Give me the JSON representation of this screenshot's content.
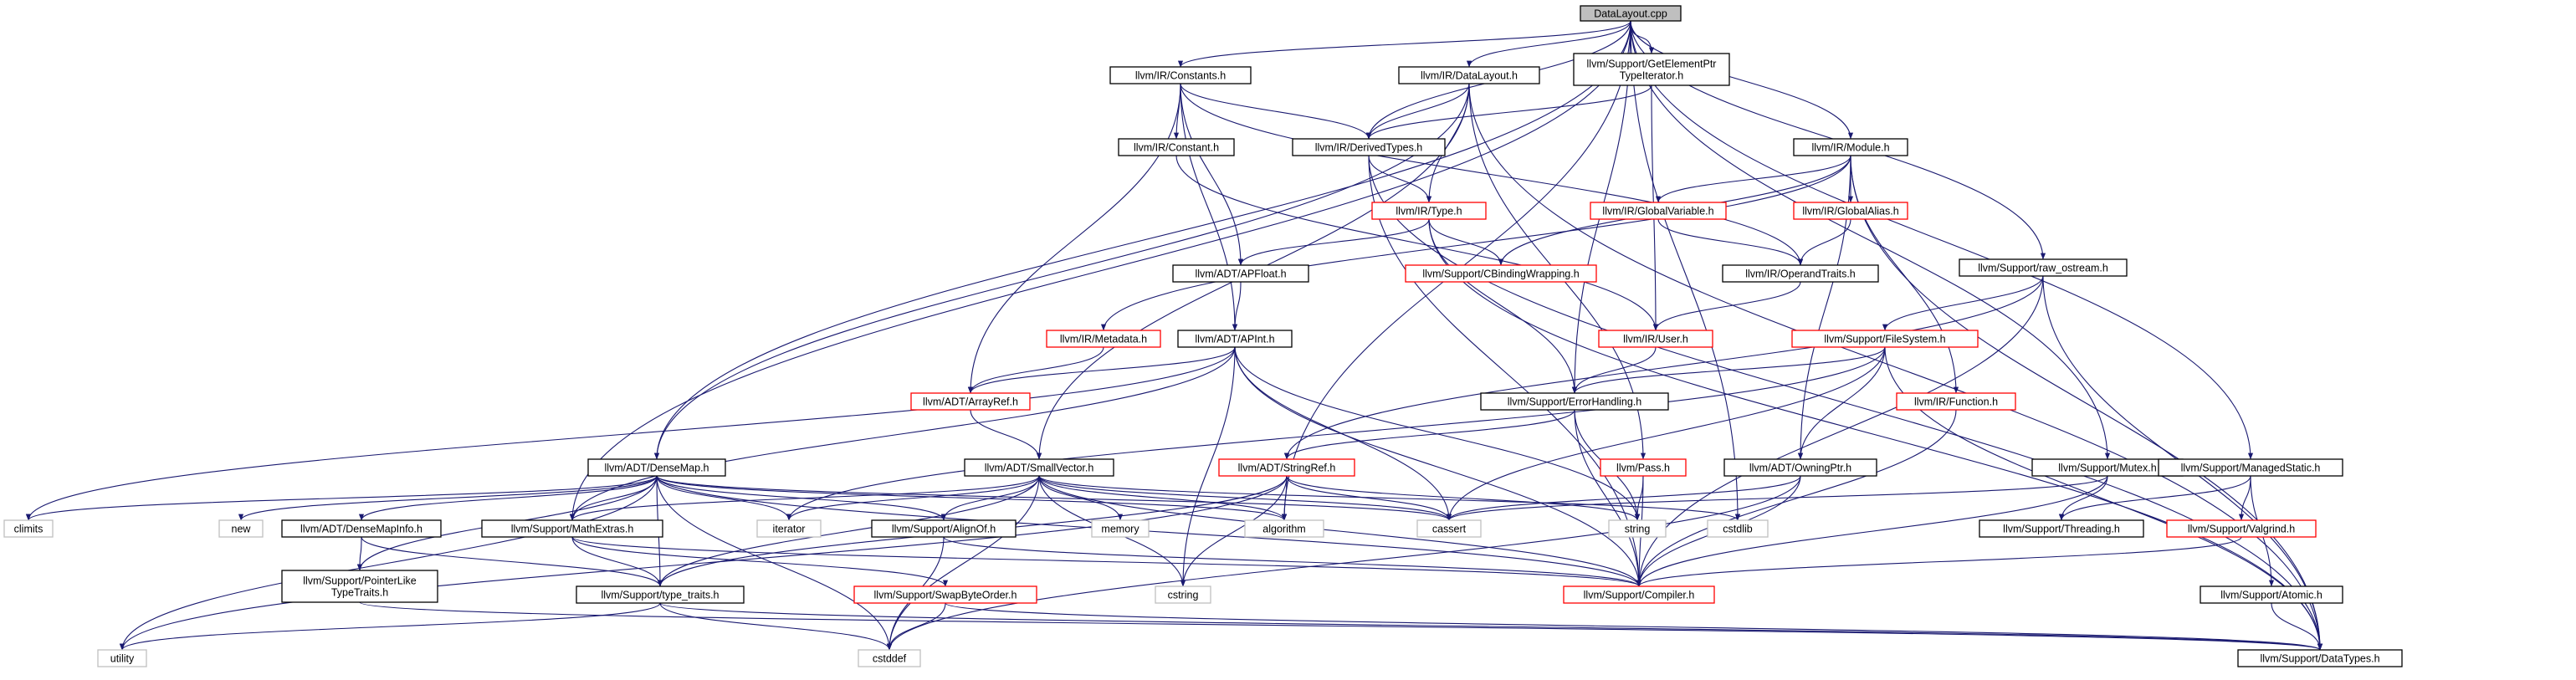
{
  "colors": {
    "edge": "#191970",
    "node_border_normal": "#000000",
    "node_border_missing": "#bfbfbf",
    "node_border_red": "#ff0000",
    "root_fill": "#bfbfbf"
  },
  "nodes": [
    {
      "id": "DataLayoutcpp",
      "lines": [
        "DataLayout.cpp"
      ],
      "kind": "root"
    },
    {
      "id": "Constants",
      "lines": [
        "llvm/IR/Constants.h"
      ],
      "kind": "normal"
    },
    {
      "id": "DataLayoutH",
      "lines": [
        "llvm/IR/DataLayout.h"
      ],
      "kind": "normal"
    },
    {
      "id": "GEPTI",
      "lines": [
        "llvm/Support/GetElementPtr",
        "TypeIterator.h"
      ],
      "kind": "normal"
    },
    {
      "id": "Constant",
      "lines": [
        "llvm/IR/Constant.h"
      ],
      "kind": "normal"
    },
    {
      "id": "DerivedTypes",
      "lines": [
        "llvm/IR/DerivedTypes.h"
      ],
      "kind": "normal"
    },
    {
      "id": "Module",
      "lines": [
        "llvm/IR/Module.h"
      ],
      "kind": "normal"
    },
    {
      "id": "Type",
      "lines": [
        "llvm/IR/Type.h"
      ],
      "kind": "red"
    },
    {
      "id": "GlobalVariable",
      "lines": [
        "llvm/IR/GlobalVariable.h"
      ],
      "kind": "red"
    },
    {
      "id": "GlobalAlias",
      "lines": [
        "llvm/IR/GlobalAlias.h"
      ],
      "kind": "red"
    },
    {
      "id": "APFloat",
      "lines": [
        "llvm/ADT/APFloat.h"
      ],
      "kind": "normal"
    },
    {
      "id": "CBinding",
      "lines": [
        "llvm/Support/CBindingWrapping.h"
      ],
      "kind": "red"
    },
    {
      "id": "OperandTraits",
      "lines": [
        "llvm/IR/OperandTraits.h"
      ],
      "kind": "normal"
    },
    {
      "id": "RawOstream",
      "lines": [
        "llvm/Support/raw_ostream.h"
      ],
      "kind": "normal"
    },
    {
      "id": "Metadata",
      "lines": [
        "llvm/IR/Metadata.h"
      ],
      "kind": "red"
    },
    {
      "id": "APInt",
      "lines": [
        "llvm/ADT/APInt.h"
      ],
      "kind": "normal"
    },
    {
      "id": "User",
      "lines": [
        "llvm/IR/User.h"
      ],
      "kind": "red"
    },
    {
      "id": "FileSystem",
      "lines": [
        "llvm/Support/FileSystem.h"
      ],
      "kind": "red"
    },
    {
      "id": "ArrayRef",
      "lines": [
        "llvm/ADT/ArrayRef.h"
      ],
      "kind": "red"
    },
    {
      "id": "ErrorHandling",
      "lines": [
        "llvm/Support/ErrorHandling.h"
      ],
      "kind": "normal"
    },
    {
      "id": "Function",
      "lines": [
        "llvm/IR/Function.h"
      ],
      "kind": "red"
    },
    {
      "id": "DenseMap",
      "lines": [
        "llvm/ADT/DenseMap.h"
      ],
      "kind": "normal"
    },
    {
      "id": "SmallVector",
      "lines": [
        "llvm/ADT/SmallVector.h"
      ],
      "kind": "normal"
    },
    {
      "id": "StringRef",
      "lines": [
        "llvm/ADT/StringRef.h"
      ],
      "kind": "red"
    },
    {
      "id": "Pass",
      "lines": [
        "llvm/Pass.h"
      ],
      "kind": "red"
    },
    {
      "id": "OwningPtr",
      "lines": [
        "llvm/ADT/OwningPtr.h"
      ],
      "kind": "normal"
    },
    {
      "id": "Mutex",
      "lines": [
        "llvm/Support/Mutex.h"
      ],
      "kind": "normal"
    },
    {
      "id": "ManagedStatic",
      "lines": [
        "llvm/Support/ManagedStatic.h"
      ],
      "kind": "normal"
    },
    {
      "id": "climits",
      "lines": [
        "climits"
      ],
      "kind": "missing"
    },
    {
      "id": "new",
      "lines": [
        "new"
      ],
      "kind": "missing"
    },
    {
      "id": "DenseMapInfo",
      "lines": [
        "llvm/ADT/DenseMapInfo.h"
      ],
      "kind": "normal"
    },
    {
      "id": "MathExtras",
      "lines": [
        "llvm/Support/MathExtras.h"
      ],
      "kind": "normal"
    },
    {
      "id": "iterator",
      "lines": [
        "iterator"
      ],
      "kind": "missing"
    },
    {
      "id": "AlignOf",
      "lines": [
        "llvm/Support/AlignOf.h"
      ],
      "kind": "normal"
    },
    {
      "id": "memory",
      "lines": [
        "memory"
      ],
      "kind": "missing"
    },
    {
      "id": "algorithm",
      "lines": [
        "algorithm"
      ],
      "kind": "missing"
    },
    {
      "id": "cassert",
      "lines": [
        "cassert"
      ],
      "kind": "missing"
    },
    {
      "id": "string",
      "lines": [
        "string"
      ],
      "kind": "missing"
    },
    {
      "id": "cstdlib",
      "lines": [
        "cstdlib"
      ],
      "kind": "missing"
    },
    {
      "id": "Threading",
      "lines": [
        "llvm/Support/Threading.h"
      ],
      "kind": "normal"
    },
    {
      "id": "Valgrind",
      "lines": [
        "llvm/Support/Valgrind.h"
      ],
      "kind": "red"
    },
    {
      "id": "PointerLike",
      "lines": [
        "llvm/Support/PointerLike",
        "TypeTraits.h"
      ],
      "kind": "normal"
    },
    {
      "id": "TypeTraits",
      "lines": [
        "llvm/Support/type_traits.h"
      ],
      "kind": "normal"
    },
    {
      "id": "SwapByteOrder",
      "lines": [
        "llvm/Support/SwapByteOrder.h"
      ],
      "kind": "red"
    },
    {
      "id": "cstring",
      "lines": [
        "cstring"
      ],
      "kind": "missing"
    },
    {
      "id": "Compiler",
      "lines": [
        "llvm/Support/Compiler.h"
      ],
      "kind": "red"
    },
    {
      "id": "Atomic",
      "lines": [
        "llvm/Support/Atomic.h"
      ],
      "kind": "normal"
    },
    {
      "id": "utility",
      "lines": [
        "utility"
      ],
      "kind": "missing"
    },
    {
      "id": "cstddef",
      "lines": [
        "cstddef"
      ],
      "kind": "missing"
    },
    {
      "id": "DataTypes",
      "lines": [
        "llvm/Support/DataTypes.h"
      ],
      "kind": "normal"
    }
  ],
  "edges": [
    [
      "DataLayoutcpp",
      "Constants"
    ],
    [
      "DataLayoutcpp",
      "DataLayoutH"
    ],
    [
      "DataLayoutcpp",
      "GEPTI"
    ],
    [
      "DataLayoutcpp",
      "DerivedTypes"
    ],
    [
      "DataLayoutcpp",
      "Module"
    ],
    [
      "DataLayoutcpp",
      "RawOstream"
    ],
    [
      "DataLayoutcpp",
      "ErrorHandling"
    ],
    [
      "DataLayoutcpp",
      "DenseMap"
    ],
    [
      "DataLayoutcpp",
      "MathExtras"
    ],
    [
      "DataLayoutcpp",
      "Mutex"
    ],
    [
      "DataLayoutcpp",
      "ManagedStatic"
    ],
    [
      "DataLayoutcpp",
      "algorithm"
    ],
    [
      "DataLayoutcpp",
      "cstdlib"
    ],
    [
      "Constants",
      "Constant"
    ],
    [
      "Constants",
      "DerivedTypes"
    ],
    [
      "Constants",
      "APFloat"
    ],
    [
      "Constants",
      "APInt"
    ],
    [
      "Constants",
      "ArrayRef"
    ],
    [
      "Constants",
      "OperandTraits"
    ],
    [
      "DataLayoutH",
      "DerivedTypes"
    ],
    [
      "DataLayoutH",
      "Type"
    ],
    [
      "DataLayoutH",
      "Pass"
    ],
    [
      "DataLayoutH",
      "DenseMap"
    ],
    [
      "DataLayoutH",
      "SmallVector"
    ],
    [
      "DataLayoutH",
      "DataTypes"
    ],
    [
      "GEPTI",
      "DerivedTypes"
    ],
    [
      "GEPTI",
      "User"
    ],
    [
      "Constant",
      "User"
    ],
    [
      "DerivedTypes",
      "Type"
    ],
    [
      "DerivedTypes",
      "Compiler"
    ],
    [
      "DerivedTypes",
      "DataTypes"
    ],
    [
      "Module",
      "GlobalVariable"
    ],
    [
      "Module",
      "GlobalAlias"
    ],
    [
      "Module",
      "Function"
    ],
    [
      "Module",
      "OwningPtr"
    ],
    [
      "Module",
      "Metadata"
    ],
    [
      "Module",
      "CBinding"
    ],
    [
      "Module",
      "DataTypes"
    ],
    [
      "Type",
      "APFloat"
    ],
    [
      "Type",
      "CBinding"
    ],
    [
      "Type",
      "ErrorHandling"
    ],
    [
      "Type",
      "DataTypes"
    ],
    [
      "GlobalVariable",
      "OperandTraits"
    ],
    [
      "GlobalAlias",
      "OperandTraits"
    ],
    [
      "APFloat",
      "APInt"
    ],
    [
      "OperandTraits",
      "User"
    ],
    [
      "RawOstream",
      "FileSystem"
    ],
    [
      "RawOstream",
      "StringRef"
    ],
    [
      "RawOstream",
      "Compiler"
    ],
    [
      "RawOstream",
      "DataTypes"
    ],
    [
      "Metadata",
      "ArrayRef"
    ],
    [
      "APInt",
      "ArrayRef"
    ],
    [
      "APInt",
      "MathExtras"
    ],
    [
      "APInt",
      "climits"
    ],
    [
      "APInt",
      "cstring"
    ],
    [
      "APInt",
      "string"
    ],
    [
      "APInt",
      "cassert"
    ],
    [
      "APInt",
      "Compiler"
    ],
    [
      "User",
      "ErrorHandling"
    ],
    [
      "FileSystem",
      "ErrorHandling"
    ],
    [
      "FileSystem",
      "OwningPtr"
    ],
    [
      "FileSystem",
      "iterator"
    ],
    [
      "FileSystem",
      "cassert"
    ],
    [
      "FileSystem",
      "DataTypes"
    ],
    [
      "ArrayRef",
      "SmallVector"
    ],
    [
      "ErrorHandling",
      "StringRef"
    ],
    [
      "ErrorHandling",
      "string"
    ],
    [
      "ErrorHandling",
      "Compiler"
    ],
    [
      "Function",
      "Compiler"
    ],
    [
      "DenseMap",
      "climits"
    ],
    [
      "DenseMap",
      "new"
    ],
    [
      "DenseMap",
      "DenseMapInfo"
    ],
    [
      "DenseMap",
      "MathExtras"
    ],
    [
      "DenseMap",
      "iterator"
    ],
    [
      "DenseMap",
      "AlignOf"
    ],
    [
      "DenseMap",
      "algorithm"
    ],
    [
      "DenseMap",
      "cassert"
    ],
    [
      "DenseMap",
      "cstddef"
    ],
    [
      "DenseMap",
      "utility"
    ],
    [
      "DenseMap",
      "PointerLike"
    ],
    [
      "DenseMap",
      "TypeTraits"
    ],
    [
      "DenseMap",
      "Compiler"
    ],
    [
      "SmallVector",
      "MathExtras"
    ],
    [
      "SmallVector",
      "iterator"
    ],
    [
      "SmallVector",
      "AlignOf"
    ],
    [
      "SmallVector",
      "memory"
    ],
    [
      "SmallVector",
      "algorithm"
    ],
    [
      "SmallVector",
      "cassert"
    ],
    [
      "SmallVector",
      "cstdlib"
    ],
    [
      "SmallVector",
      "cstring"
    ],
    [
      "SmallVector",
      "cstddef"
    ],
    [
      "SmallVector",
      "TypeTraits"
    ],
    [
      "SmallVector",
      "Compiler"
    ],
    [
      "StringRef",
      "algorithm"
    ],
    [
      "StringRef",
      "cassert"
    ],
    [
      "StringRef",
      "cstring"
    ],
    [
      "StringRef",
      "string"
    ],
    [
      "StringRef",
      "utility"
    ],
    [
      "StringRef",
      "TypeTraits"
    ],
    [
      "Pass",
      "string"
    ],
    [
      "Pass",
      "Compiler"
    ],
    [
      "OwningPtr",
      "cassert"
    ],
    [
      "OwningPtr",
      "cstddef"
    ],
    [
      "OwningPtr",
      "Compiler"
    ],
    [
      "Mutex",
      "Threading"
    ],
    [
      "Mutex",
      "cassert"
    ],
    [
      "Mutex",
      "Compiler"
    ],
    [
      "ManagedStatic",
      "Threading"
    ],
    [
      "ManagedStatic",
      "Valgrind"
    ],
    [
      "ManagedStatic",
      "Atomic"
    ],
    [
      "MathExtras",
      "SwapByteOrder"
    ],
    [
      "MathExtras",
      "TypeTraits"
    ],
    [
      "MathExtras",
      "Compiler"
    ],
    [
      "AlignOf",
      "cstddef"
    ],
    [
      "AlignOf",
      "Compiler"
    ],
    [
      "DenseMapInfo",
      "PointerLike"
    ],
    [
      "DenseMapInfo",
      "TypeTraits"
    ],
    [
      "Valgrind",
      "Compiler"
    ],
    [
      "PointerLike",
      "DataTypes"
    ],
    [
      "TypeTraits",
      "utility"
    ],
    [
      "TypeTraits",
      "cstddef"
    ],
    [
      "TypeTraits",
      "DataTypes"
    ],
    [
      "SwapByteOrder",
      "cstddef"
    ],
    [
      "SwapByteOrder",
      "DataTypes"
    ],
    [
      "Atomic",
      "DataTypes"
    ]
  ]
}
